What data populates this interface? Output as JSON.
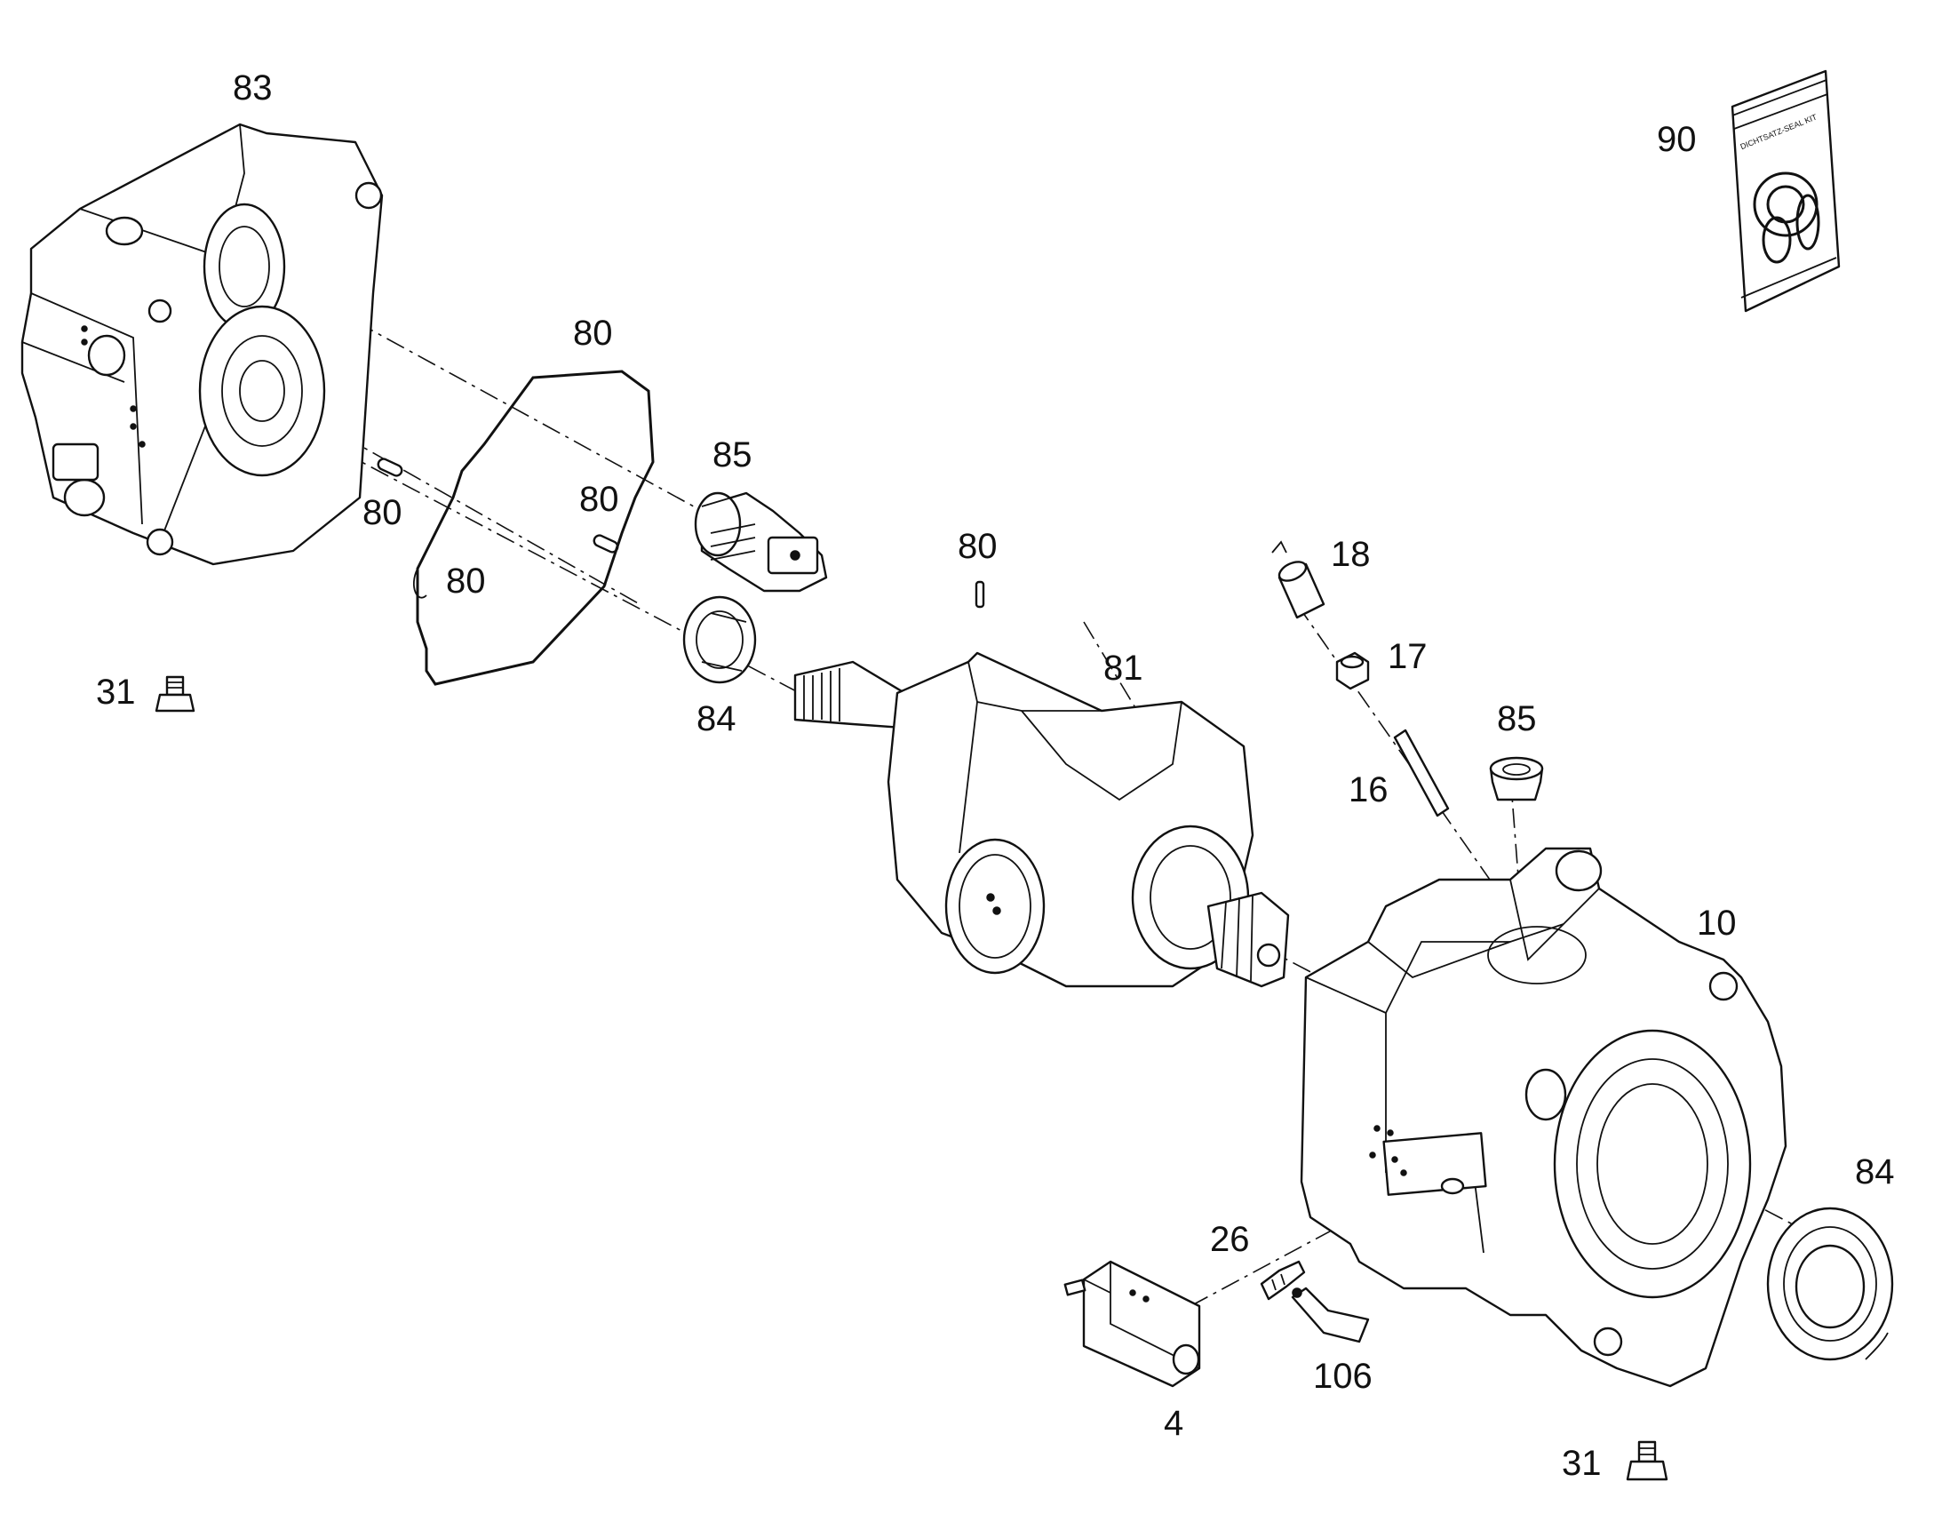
{
  "callouts": {
    "c83": "83",
    "c80a": "80",
    "c80b": "80",
    "c80c": "80",
    "c80d": "80",
    "c80e": "80",
    "c85a": "85",
    "c85b": "85",
    "c84a": "84",
    "c84b": "84",
    "c31a": "31",
    "c31b": "31",
    "c81": "81",
    "c18": "18",
    "c17": "17",
    "c16": "16",
    "c10": "10",
    "c90": "90",
    "c26": "26",
    "c106": "106",
    "c4": "4"
  },
  "seal_kit_label": "DICHTSATZ-SEAL KIT"
}
